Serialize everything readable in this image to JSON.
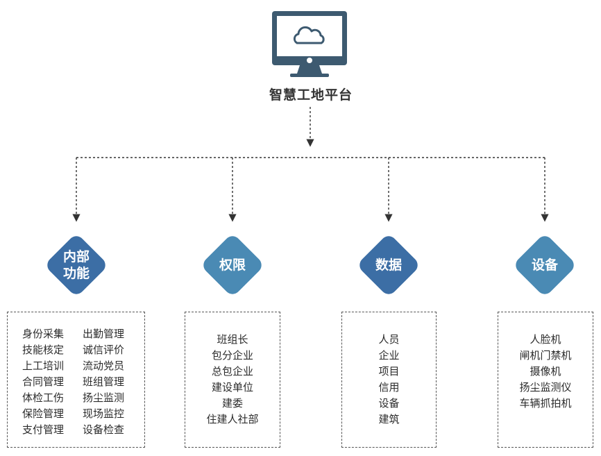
{
  "root": {
    "title": "智慧工地平台",
    "icon": "cloud-computer-icon"
  },
  "colors": {
    "diamond_dark": "#3c6ea5",
    "diamond_light": "#4a8ab4",
    "icon": "#3d5a70",
    "connector": "#333333"
  },
  "categories": [
    {
      "label": "内部功能",
      "columns": [
        [
          "身份采集",
          "技能核定",
          "上工培训",
          "合同管理",
          "体检工伤",
          "保险管理",
          "支付管理"
        ],
        [
          "出勤管理",
          "诚信评价",
          "流动党员",
          "班组管理",
          "扬尘监测",
          "现场监控",
          "设备检查"
        ]
      ]
    },
    {
      "label": "权限",
      "items": [
        "班组长",
        "包分企业",
        "总包企业",
        "建设单位",
        "建委",
        "住建人社部"
      ]
    },
    {
      "label": "数据",
      "items": [
        "人员",
        "企业",
        "项目",
        "信用",
        "设备",
        "建筑"
      ]
    },
    {
      "label": "设备",
      "items": [
        "人脸机",
        "闸机门禁机",
        "摄像机",
        "扬尘监测仪",
        "车辆抓拍机"
      ]
    }
  ]
}
